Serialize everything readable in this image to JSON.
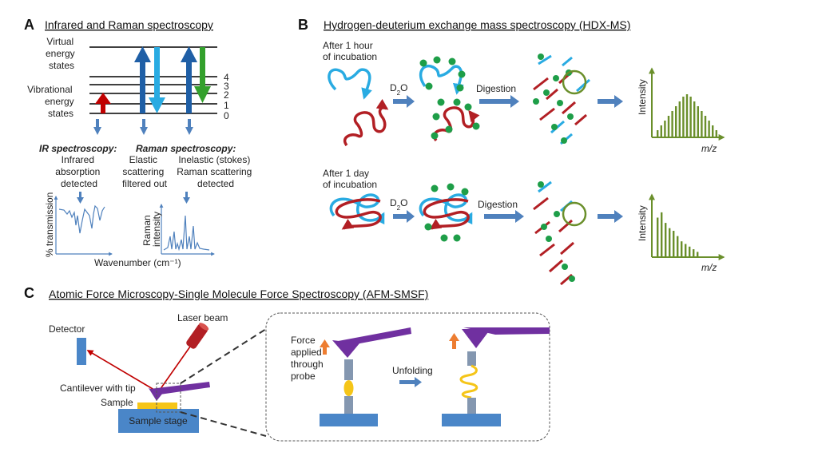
{
  "panel_a": {
    "letter": "A",
    "title": "Infrared and Raman spectroscopy",
    "virtual_label": [
      "Virtual",
      "energy",
      "states"
    ],
    "vibrational_label": [
      "Vibrational",
      "energy",
      "states"
    ],
    "levels": [
      "4",
      "3",
      "2",
      "1",
      "0"
    ],
    "ir_title": "IR spectroscopy:",
    "ir_desc": [
      "Infrared",
      "absorption",
      "detected"
    ],
    "raman_title": "Raman spectroscopy:",
    "elastic_desc": [
      "Elastic",
      "scattering",
      "filtered out"
    ],
    "inelastic_desc": [
      "Inelastic (stokes)",
      "Raman scattering",
      "detected"
    ],
    "ir_ylabel": "% transmission",
    "raman_ylabel": [
      "Raman",
      "intensity"
    ],
    "xlabel": "Wavenumber (cm⁻¹)"
  },
  "panel_b": {
    "letter": "B",
    "title": "Hydrogen-deuterium  exchange mass spectroscopy (HDX-MS)",
    "row1_label": [
      "After 1 hour",
      "of incubation"
    ],
    "row2_label": [
      "After 1 day",
      "of incubation"
    ],
    "d2o_main": "D",
    "d2o_sub": "2",
    "d2o_end": "O",
    "digestion": "Digestion",
    "ylabel": "Intensity",
    "xlabel": "m/z",
    "spectrum1": [
      3,
      5,
      7,
      9,
      11,
      13,
      15,
      17,
      18,
      17,
      15,
      13,
      11,
      9,
      7,
      5,
      3
    ],
    "spectrum2": [
      15,
      17,
      13,
      11,
      10,
      8,
      6,
      5,
      4,
      3,
      2
    ]
  },
  "panel_c": {
    "letter": "C",
    "title": "Atomic Force Microscopy-Single Molecule Force Spectroscopy (AFM-SMSF)",
    "detector": "Detector",
    "laser": "Laser beam",
    "cantilever": "Cantilever with tip",
    "sample": "Sample",
    "stage": "Sample stage",
    "force_label": [
      "Force",
      "applied",
      "through",
      "probe"
    ],
    "unfolding": "Unfolding"
  },
  "colors": {
    "arrow_blue": "#4f81bd",
    "dark_blue": "#1f5fa6",
    "light_blue": "#29abe2",
    "red": "#c00000",
    "green": "#33a02c",
    "dot_green": "#1e9e48",
    "olive": "#6a8f2b",
    "purple": "#7030a0",
    "yellow": "#f5c518",
    "orange": "#ed7d31",
    "stage_blue": "#4a86c8",
    "cyan": "#3cb4d8",
    "maroon": "#b21f24"
  }
}
